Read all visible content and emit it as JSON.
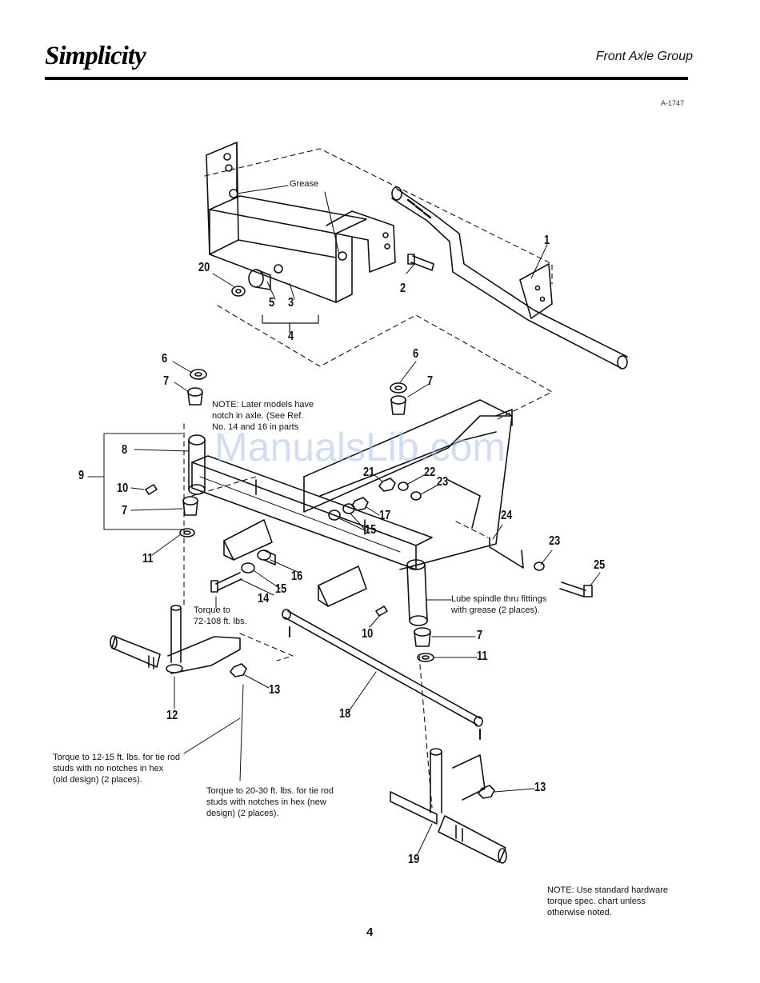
{
  "header": {
    "brand": "Simplicity",
    "section_title": "Front Axle Group",
    "figure_id": "A-1747"
  },
  "diagram": {
    "callouts": [
      "1",
      "2",
      "3",
      "4",
      "5",
      "6",
      "7",
      "8",
      "9",
      "10",
      "11",
      "12",
      "13",
      "14",
      "15",
      "16",
      "17",
      "18",
      "19",
      "20",
      "21",
      "22",
      "23",
      "24",
      "25"
    ],
    "labels": {
      "grease": "Grease",
      "note_axle": "NOTE: Later models have\nnotch in axle. (See Ref.\nNo. 14 and 16 in parts",
      "lube": "Lube spindle thru fittings\nwith grease (2 places).",
      "torque_72_108": "Torque to\n72-108 ft. lbs.",
      "torque_12_15": "Torque to 12-15 ft. lbs. for tie rod\nstuds with no notches in hex\n(old design) (2 places).",
      "torque_20_30": "Torque to 20-30 ft. lbs. for tie rod\nstuds with notches in hex (new\ndesign) (2 places).",
      "note_standard": "NOTE: Use standard hardware\ntorque spec. chart unless\notherwise noted."
    }
  },
  "watermark": "ManualsLib.com",
  "footer": {
    "page_number": "4"
  }
}
